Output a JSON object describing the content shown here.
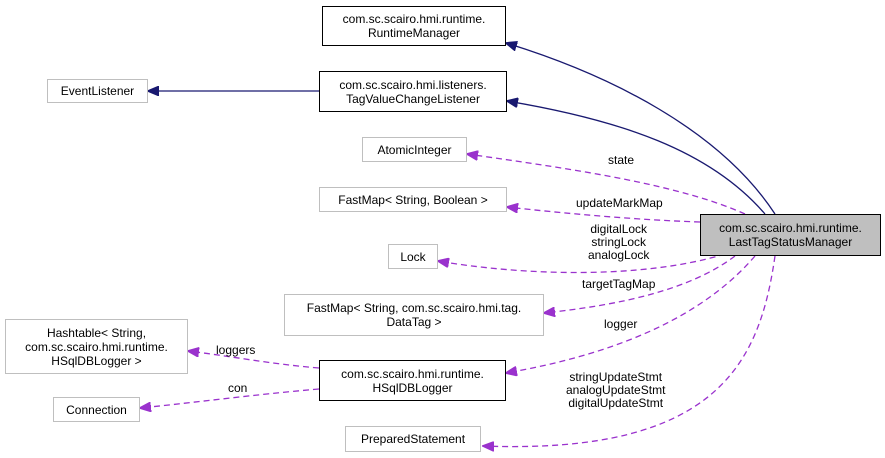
{
  "colors": {
    "inheritance_edge": "#191970",
    "usage_edge": "#9a32cd",
    "focus_fill": "#bfbfbf",
    "external_border": "#bfbfbf",
    "documented_border": "#000000"
  },
  "nodes": {
    "runtime_manager": [
      "com.sc.scairo.hmi.runtime.",
      "RuntimeManager"
    ],
    "event_listener": [
      "EventListener"
    ],
    "tag_value_change_listener": [
      "com.sc.scairo.hmi.listeners.",
      "TagValueChangeListener"
    ],
    "atomic_integer": [
      "AtomicInteger"
    ],
    "fastmap_string_boolean": [
      "FastMap< String, Boolean >"
    ],
    "last_tag_status_manager": [
      "com.sc.scairo.hmi.runtime.",
      "LastTagStatusManager"
    ],
    "lock": [
      "Lock"
    ],
    "fastmap_string_datatag": [
      "FastMap< String, com.sc.scairo.hmi.tag.",
      "DataTag >"
    ],
    "hashtable": [
      "Hashtable< String,",
      "com.sc.scairo.hmi.runtime.",
      "HSqlDBLogger >"
    ],
    "hsqldb_logger": [
      "com.sc.scairo.hmi.runtime.",
      "HSqlDBLogger"
    ],
    "connection": [
      "Connection"
    ],
    "prepared_statement": [
      "PreparedStatement"
    ]
  },
  "edge_labels": {
    "state": [
      "state"
    ],
    "update_mark_map": [
      "updateMarkMap"
    ],
    "locks": [
      "digitalLock",
      "stringLock",
      "analogLock"
    ],
    "target_tag_map": [
      "targetTagMap"
    ],
    "logger": [
      "logger"
    ],
    "loggers": [
      "loggers"
    ],
    "con": [
      "con"
    ],
    "update_stmts": [
      "stringUpdateStmt",
      "analogUpdateStmt",
      "digitalUpdateStmt"
    ]
  }
}
